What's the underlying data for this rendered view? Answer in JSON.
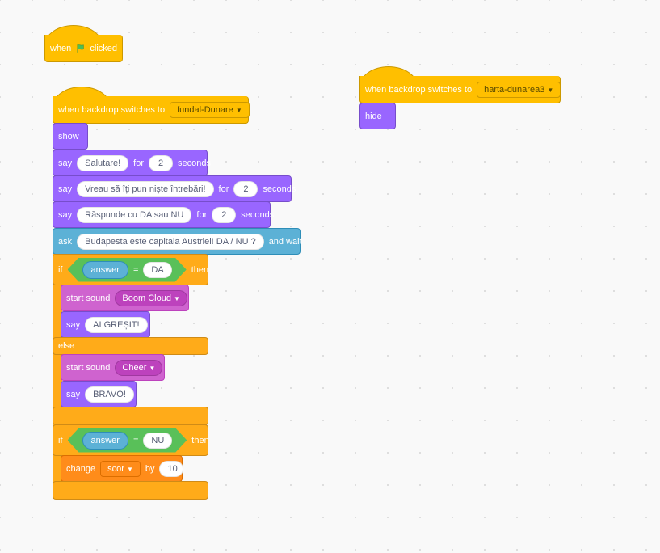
{
  "script1": {
    "when": "when",
    "flag_icon": "green-flag-icon",
    "clicked": "clicked"
  },
  "script2": {
    "hat": {
      "label": "when backdrop switches to",
      "backdrop": "fundal-Dunare"
    },
    "show": "show",
    "say1": {
      "say": "say",
      "msg": "Salutare!",
      "for": "for",
      "secs": "2",
      "seconds": "seconds"
    },
    "say2": {
      "say": "say",
      "msg": "Vreau să îți pun niște întrebări!",
      "for": "for",
      "secs": "2",
      "seconds": "seconds"
    },
    "say3": {
      "say": "say",
      "msg": "Răspunde cu DA sau NU",
      "for": "for",
      "secs": "2",
      "seconds": "seconds"
    },
    "ask": {
      "ask": "ask",
      "question": "Budapesta este capitala Austriei! DA / NU ?",
      "and_wait": "and wait"
    },
    "if1": {
      "if": "if",
      "answer": "answer",
      "eq": "=",
      "value": "DA",
      "then": "then",
      "else": "else",
      "sound1": {
        "label": "start sound",
        "sound": "Boom Cloud"
      },
      "say_a": {
        "say": "say",
        "msg": "AI GREȘIT!"
      },
      "sound2": {
        "label": "start sound",
        "sound": "Cheer"
      },
      "say_b": {
        "say": "say",
        "msg": "BRAVO!"
      }
    },
    "if2": {
      "if": "if",
      "answer": "answer",
      "eq": "=",
      "value": "NU",
      "then": "then",
      "change": {
        "label": "change",
        "var": "scor",
        "by": "by",
        "amount": "10"
      }
    }
  },
  "script3": {
    "hat": {
      "label": "when backdrop switches to",
      "backdrop": "harta-dunarea3"
    },
    "hide": "hide"
  }
}
